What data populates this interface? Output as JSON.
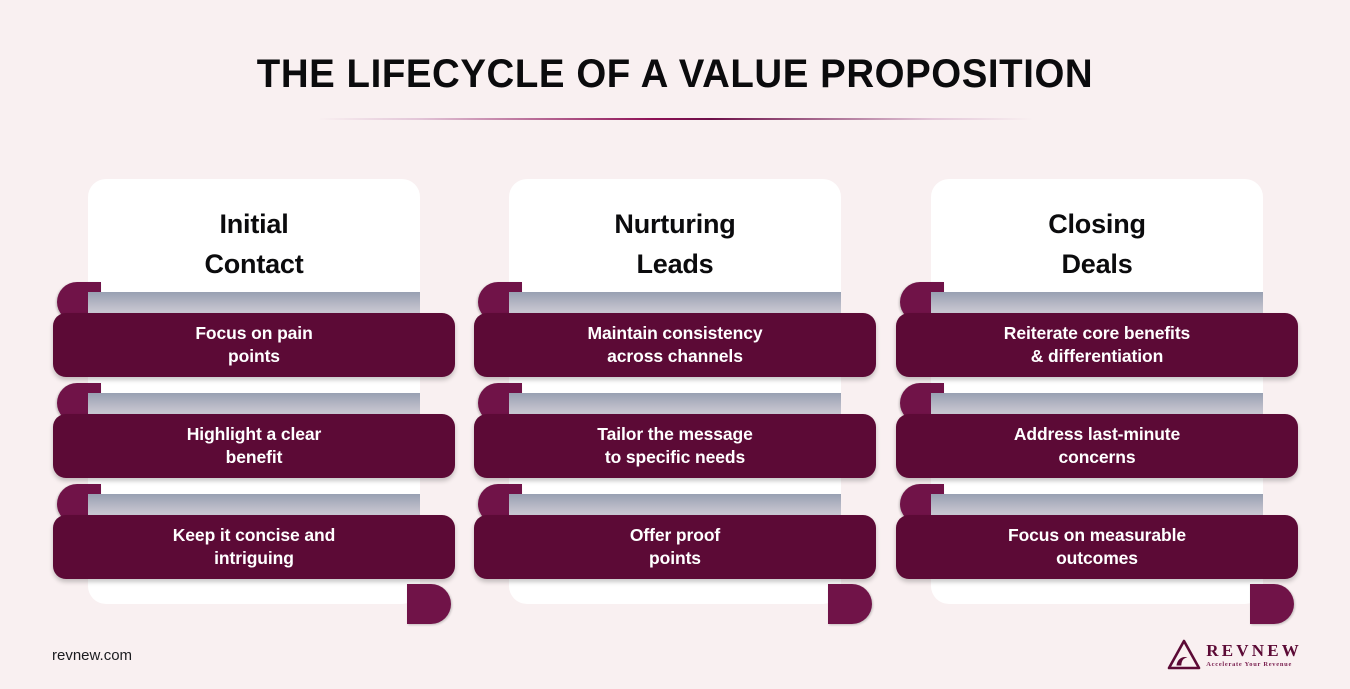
{
  "page": {
    "background_color": "#F9F0F1",
    "title": "THE LIFECYCLE OF A VALUE PROPOSITION"
  },
  "colors": {
    "banner": "#5C0A36",
    "tail": "#701348",
    "connector_top": "#98A0B2",
    "connector_bottom": "#DFDDE4",
    "card": "#FFFFFF",
    "title_text": "#0B0B0D",
    "banner_text": "#FFFFFF",
    "divider_accent": "#8E1055",
    "logo": "#5C0A36"
  },
  "columns": [
    {
      "heading": "Initial\nContact",
      "heading_line1": "Initial",
      "heading_line2": "Contact",
      "items": [
        {
          "text": "Focus on pain\npoints",
          "tail_side": "left"
        },
        {
          "text": "Highlight a clear\nbenefit",
          "tail_side": "left"
        },
        {
          "text": "Keep it concise and\nintriguing",
          "tail_side": "left"
        }
      ],
      "end_tail_side": "right"
    },
    {
      "heading": "Nurturing\nLeads",
      "heading_line1": "Nurturing",
      "heading_line2": "Leads",
      "items": [
        {
          "text": "Maintain consistency\nacross channels",
          "tail_side": "left"
        },
        {
          "text": "Tailor the message\nto specific needs",
          "tail_side": "left"
        },
        {
          "text": "Offer proof\npoints",
          "tail_side": "left"
        }
      ],
      "end_tail_side": "right"
    },
    {
      "heading": "Closing\nDeals",
      "heading_line1": "Closing",
      "heading_line2": "Deals",
      "items": [
        {
          "text": "Reiterate core benefits\n& differentiation",
          "tail_side": "left"
        },
        {
          "text": "Address last-minute\nconcerns",
          "tail_side": "left"
        },
        {
          "text": "Focus on measurable\noutcomes",
          "tail_side": "left"
        }
      ],
      "end_tail_side": "right"
    }
  ],
  "footer": {
    "website": "revnew.com",
    "logo_name": "REVNEW",
    "logo_tagline": "Accelerate Your Revenue"
  }
}
